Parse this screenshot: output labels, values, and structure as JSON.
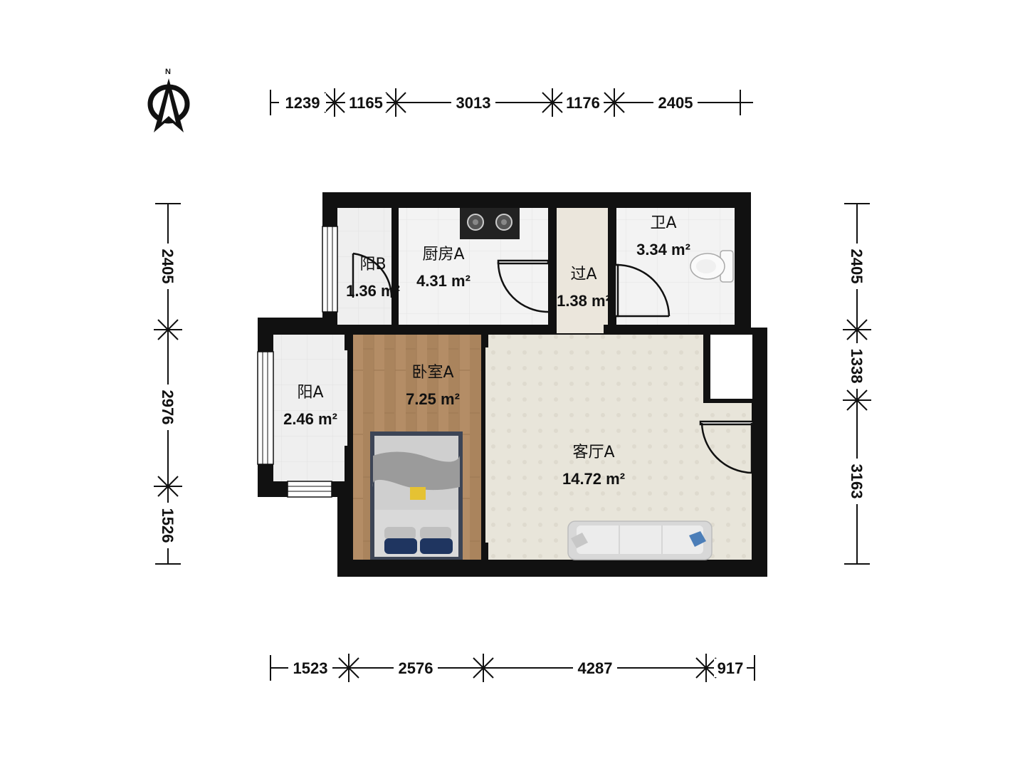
{
  "compass": {
    "label": "N",
    "icon": "north-arrow-icon"
  },
  "dimensions": {
    "top": [
      "1239",
      "1165",
      "3013",
      "1176",
      "2405"
    ],
    "bottom": [
      "1523",
      "2576",
      "4287",
      "917"
    ],
    "left": [
      "2405",
      "2976",
      "1526"
    ],
    "right": [
      "2405",
      "1338",
      "3163"
    ]
  },
  "rooms": {
    "balcony_b": {
      "name": "阳B",
      "area": "1.36 m²"
    },
    "kitchen": {
      "name": "厨房A",
      "area": "4.31 m²"
    },
    "hallway": {
      "name": "过A",
      "area": "1.38 m²"
    },
    "bathroom": {
      "name": "卫A",
      "area": "3.34 m²"
    },
    "balcony_a": {
      "name": "阳A",
      "area": "2.46 m²"
    },
    "bedroom": {
      "name": "卧室A",
      "area": "7.25 m²"
    },
    "living": {
      "name": "客厅A",
      "area": "14.72 m²"
    }
  },
  "colors": {
    "wall": "#111111",
    "tile": "#eeeeee",
    "wood": "#b08a63",
    "living_floor": "#e9e6dc",
    "hall_floor": "#ebe6dc"
  }
}
